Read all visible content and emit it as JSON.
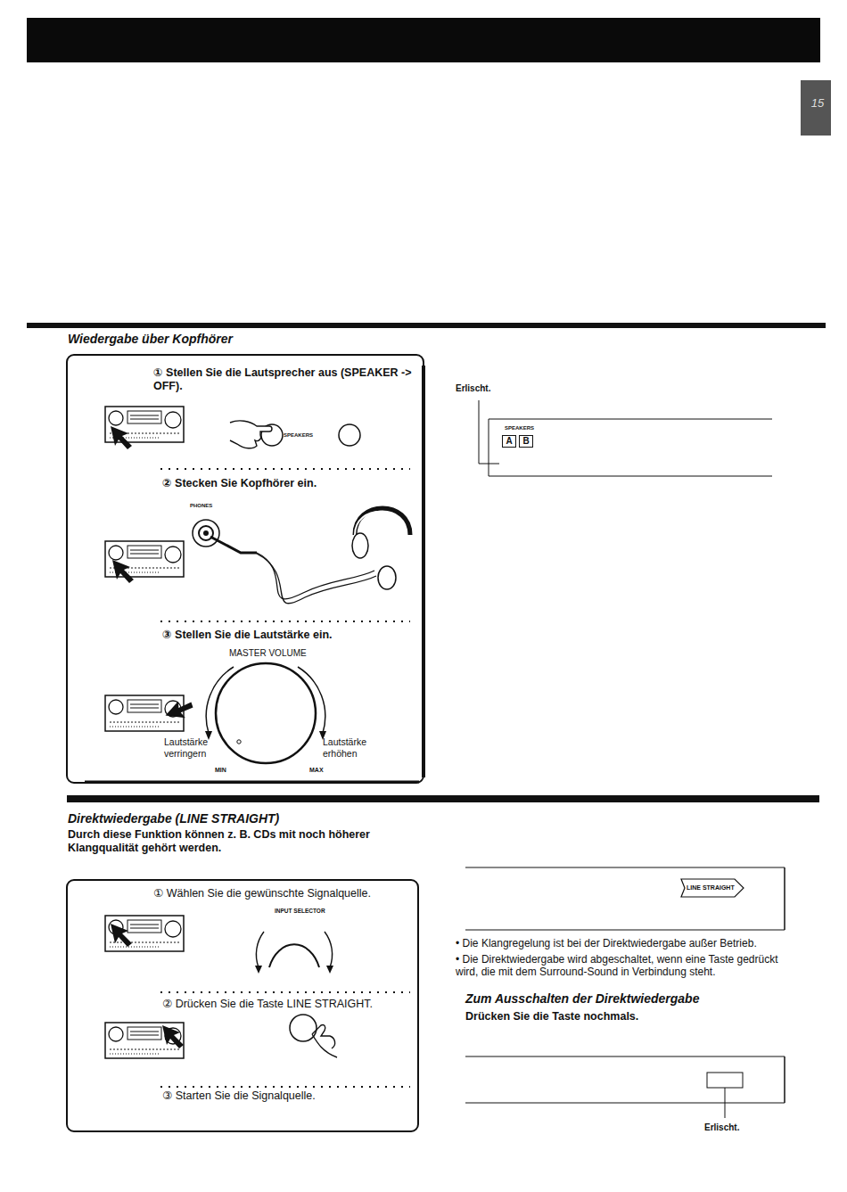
{
  "diagram": {
    "nodes": [
      {
        "text": [
          "Wiedergabe über Kopfhörer",
          "① Stellen Sie die Lautsprecher aus (SPEAKER -> OFF).",
          "② Stecken Sie Kopfhörer ein.",
          "③ Stellen Sie die Lautstärke ein."
        ]
      },
      {
        "text": [
          "SPEAKERS",
          "A",
          "B"
        ]
      },
      {
        "text": [
          "Direktwiedergabe (LINE STRAIGHT)",
          "Durch diese Funktion können z. B. CDs mit noch höherer Klangqualität gehört werden.",
          "① Wählen Sie die gewünschte Signalquelle.",
          "② Drücken Sie die Taste LINE STRAIGHT.",
          "③ Starten Sie die Signalquelle."
        ]
      },
      {
        "text": [
          "LINE STRAIGHT"
        ]
      }
    ],
    "labels": [
      "15",
      "SPEAKERS",
      "PHONES",
      "MASTER VOLUME",
      "Lautstärke verringern",
      "Lautstärke erhöhen",
      "MIN",
      "MAX",
      "Erlischt.",
      "INPUT SELECTOR",
      "• Die Klangregelung ist bei der Direktwiedergabe außer Betrieb.",
      "• Die Direktwiedergabe wird abgeschaltet, wenn eine Taste gedrückt wird, die mit dem Surround-Sound in Verbindung steht.",
      "Zum Ausschalten der Direktwiedergabe",
      "Drücken Sie die Taste nochmals.",
      "Erlischt."
    ]
  }
}
